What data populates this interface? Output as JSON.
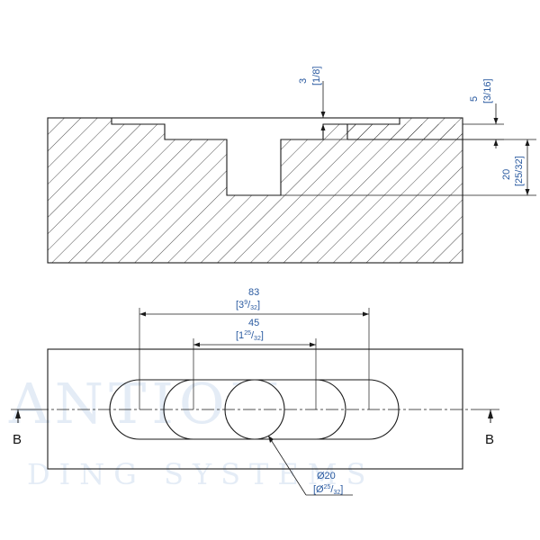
{
  "watermark": {
    "line1": "ANTION",
    "line2": "DING SYSTEMS"
  },
  "section_label": "B",
  "dimensions": {
    "depth_3": {
      "mm": "3",
      "inch": "[1/8]"
    },
    "depth_5": {
      "mm": "5",
      "inch": "[3/16]"
    },
    "depth_20": {
      "mm": "20",
      "inch": "[25/32]"
    },
    "span_83": {
      "mm": "83",
      "inch_whole": "[3",
      "inch_num": "9",
      "inch_den": "32",
      "inch_close": "]"
    },
    "span_45": {
      "mm": "45",
      "inch_whole": "[1",
      "inch_num": "25",
      "inch_den": "32",
      "inch_close": "]"
    },
    "dia_20": {
      "mm": "Ø20",
      "inch_open": "[Ø",
      "inch_num": "25",
      "inch_den": "32",
      "inch_close": "]"
    }
  },
  "colors": {
    "outline": "#1a1a1a",
    "dimension": "#2a5aa0",
    "watermark": "#e4ecf6"
  }
}
